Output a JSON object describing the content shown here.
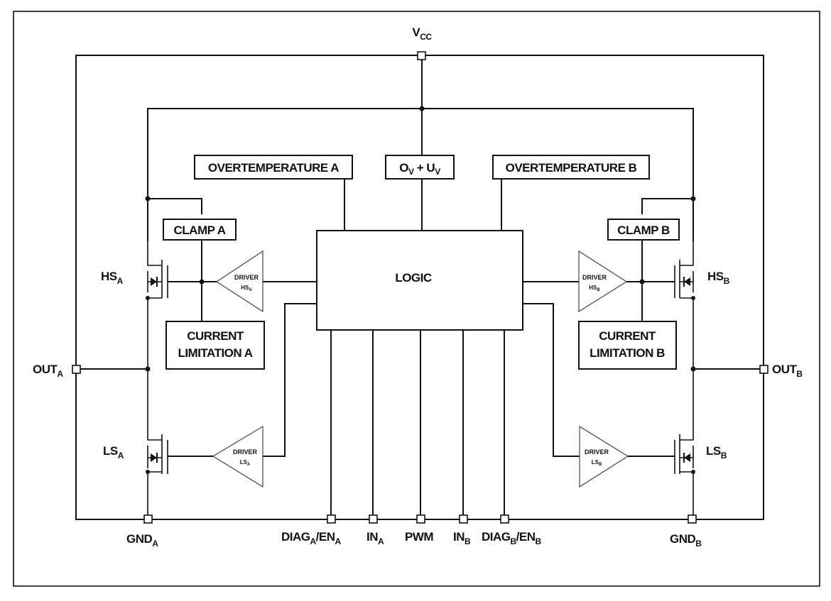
{
  "pins": {
    "vcc": {
      "main": "V",
      "sub": "CC"
    },
    "out_a": {
      "main": "OUT",
      "sub": "A"
    },
    "out_b": {
      "main": "OUT",
      "sub": "B"
    },
    "gnd_a": {
      "main": "GND",
      "sub": "A"
    },
    "gnd_b": {
      "main": "GND",
      "sub": "B"
    },
    "diag_a": {
      "p1": "DIAG",
      "s1": "A",
      "p2": "/EN",
      "s2": "A"
    },
    "in_a": {
      "main": "IN",
      "sub": "A"
    },
    "pwm": {
      "main": "PWM"
    },
    "in_b": {
      "main": "IN",
      "sub": "B"
    },
    "diag_b": {
      "p1": "DIAG",
      "s1": "B",
      "p2": "/EN",
      "s2": "B"
    }
  },
  "blocks": {
    "overtemp_a": "OVERTEMPERATURE A",
    "overtemp_b": "OVERTEMPERATURE B",
    "ov_uv": {
      "p1": "O",
      "s1": "V",
      "p2": " + U",
      "s2": "V"
    },
    "logic": "LOGIC",
    "clamp_a": "CLAMP A",
    "clamp_b": "CLAMP B",
    "current_limit_a": [
      "CURRENT",
      "LIMITATION A"
    ],
    "current_limit_b": [
      "CURRENT",
      "LIMITATION B"
    ]
  },
  "drivers": {
    "hs_a": {
      "label": "DRIVER",
      "main": "HS",
      "sub": "A"
    },
    "hs_b": {
      "label": "DRIVER",
      "main": "HS",
      "sub": "B"
    },
    "ls_a": {
      "label": "DRIVER",
      "main": "LS",
      "sub": "A"
    },
    "ls_b": {
      "label": "DRIVER",
      "main": "LS",
      "sub": "B"
    }
  },
  "switches": {
    "hs_a": {
      "main": "HS",
      "sub": "A"
    },
    "hs_b": {
      "main": "HS",
      "sub": "B"
    },
    "ls_a": {
      "main": "LS",
      "sub": "A"
    },
    "ls_b": {
      "main": "LS",
      "sub": "B"
    }
  }
}
